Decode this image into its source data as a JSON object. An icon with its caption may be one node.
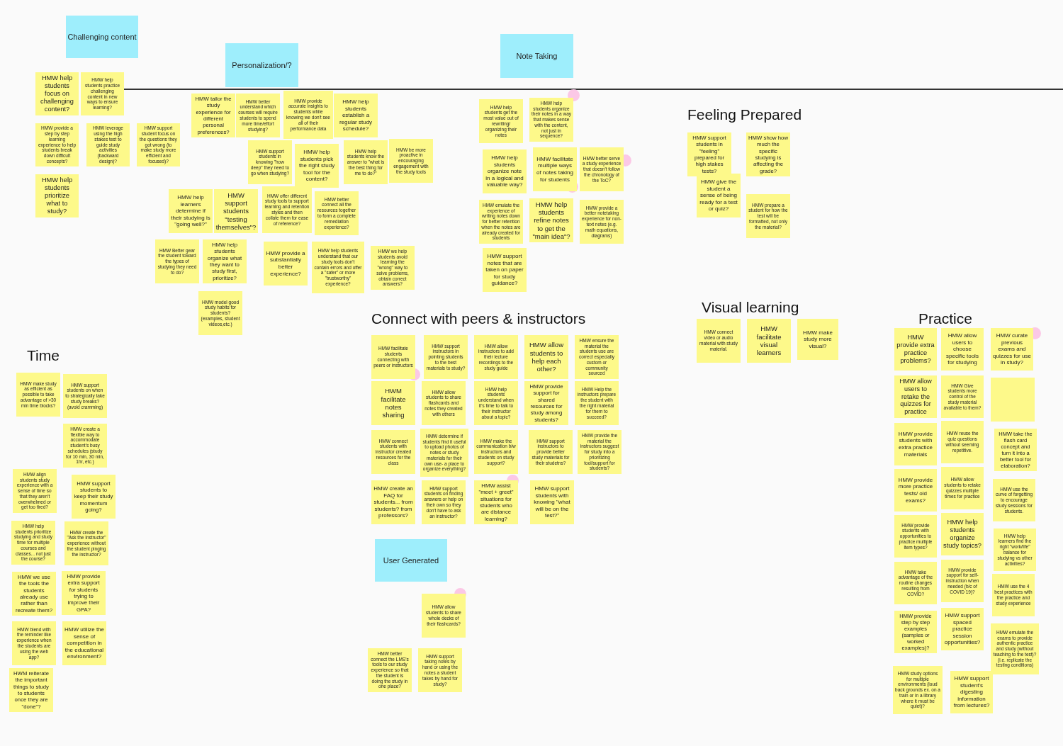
{
  "diagram": {
    "nodes": [
      {
        "text": [
          "Challenging content"
        ]
      },
      {
        "text": [
          "HMW help students focus on challenging content?"
        ]
      },
      {
        "text": [
          "HMW help students practice challenging content in new ways to ensure learning?"
        ]
      },
      {
        "text": [
          "HMW provide a step by step learning experience to help students break down difficult concepts?"
        ]
      },
      {
        "text": [
          "HMW leverage using the high stakes test to guide study activities (backward design)?"
        ]
      },
      {
        "text": [
          "HMW support student focus on the questions they got wrong (to make study more efficient and focused)?"
        ]
      },
      {
        "text": [
          "HMW help students prioritize what to study?"
        ]
      },
      {
        "text": [
          "Personalization/?"
        ]
      },
      {
        "text": [
          "HMW tailor the study experience for different personal preferences?"
        ]
      },
      {
        "text": [
          "HMW better understand which courses will require students to spend more time/effort studying?"
        ]
      },
      {
        "text": [
          "HMW provide accurate insights to students while knowing we don't see all of their performance data"
        ]
      },
      {
        "text": [
          "HMW help students establish a regular study schedule?"
        ]
      },
      {
        "text": [
          "HMW support students in knowing \"how deep\" they need to go when studying?"
        ]
      },
      {
        "text": [
          "HMW help students pick the right study tool for the content?"
        ]
      },
      {
        "text": [
          "HMW help students know the answer to \"what is the best thing for me to do?\""
        ]
      },
      {
        "text": [
          "HMW be more proactive in encouraging engagement with the study tools"
        ]
      },
      {
        "text": [
          "HMW help learners determine if their studying is \"going well?\""
        ]
      },
      {
        "text": [
          "HMW support students \"testing themselves\"?"
        ]
      },
      {
        "text": [
          "HMW offer different study tools to support learning and retention styles and then collate them for ease of reference?"
        ]
      },
      {
        "text": [
          "HMW better connect all the resources together to form a complete remediation experience?"
        ]
      },
      {
        "text": [
          "HMW Better gear the student toward the types of studying they need to do?"
        ]
      },
      {
        "text": [
          "HMW help students organize what they want to study first, prioritize?"
        ]
      },
      {
        "text": [
          "HMW provide a substantially better experience?"
        ]
      },
      {
        "text": [
          "HMW help students understand that our study tools don't contain errors and offer a \"safer\" or more \"trustworthy\" experience?"
        ]
      },
      {
        "text": [
          "HMW we help students avoid learning the \"wrong\" way to solve problems, obtain correct answers?"
        ]
      },
      {
        "text": [
          "HMW model good study habits for students? (examples, student videos,etc.)"
        ]
      },
      {
        "text": [
          "Note Taking"
        ]
      },
      {
        "text": [
          "HMW help students get the most value out of rewriting/ organizing their notes"
        ]
      },
      {
        "text": [
          "HMW help students organize their notes in a way that makes sense with the content, not just in sequence?"
        ]
      },
      {
        "text": [
          "HMW help students organize note in a logical and valuable way?"
        ]
      },
      {
        "text": [
          "HMW facilitate multiple ways of notes taking for students"
        ]
      },
      {
        "text": [
          "HMW better serve a study experience that doesn't follow the chronology of the ToC?"
        ]
      },
      {
        "text": [
          "HMW emulate the experience of writing notes down for better retention when the notes are already created for students"
        ]
      },
      {
        "text": [
          "HMW help students refine notes to get the \"main idea\"?"
        ]
      },
      {
        "text": [
          "HMW provide a better notetaking experience for non-text notes (e.g. math equations, diagrams)"
        ]
      },
      {
        "text": [
          "HMW support notes that are taken on paper for study guidance?"
        ]
      },
      {
        "text": [
          "HMW support students in \"feeling\" prepared for high stakes tests?"
        ]
      },
      {
        "text": [
          "HMW show how much the specific studying is affecting the grade?"
        ]
      },
      {
        "text": [
          "HMW give the student a sense of being ready for a test or quiz?"
        ]
      },
      {
        "text": [
          "HMW prepare a student for how the test will be formatted, not only the material?"
        ]
      },
      {
        "text": [
          "HMW connect video or audio material with study material."
        ]
      },
      {
        "text": [
          "HMW facilitate visual learners"
        ]
      },
      {
        "text": [
          "HMW make study more visual?"
        ]
      },
      {
        "text": [
          "HMW facilitate students connecting with peers or instructors"
        ]
      },
      {
        "text": [
          "HMW support instructors in pointing students to the best materials to study?"
        ]
      },
      {
        "text": [
          "HMW allow instructors to add their lecture recordings to the study guide"
        ]
      },
      {
        "text": [
          "HMW allow students to help each other?"
        ]
      },
      {
        "text": [
          "HMW ensure the material the students use are correct especially custom or community sourced"
        ]
      },
      {
        "text": [
          "HWM facilitate notes sharing"
        ]
      },
      {
        "text": [
          "HMW allow students to share flashcards and notes they created with others"
        ]
      },
      {
        "text": [
          "HMW help students understand when it's time to talk to their instructor about a topic?"
        ]
      },
      {
        "text": [
          "HMW provide support for shared resources for study among students?"
        ]
      },
      {
        "text": [
          "HMW Help the instructors prepare the student with the right material for them to succeed?"
        ]
      },
      {
        "text": [
          "HMW connect students with instructor created resources for the class"
        ]
      },
      {
        "text": [
          "HMW determine if students find it useful to upload photos of notes or study materials for their own use- a place to organize everything?"
        ]
      },
      {
        "text": [
          "HMW make the communication b/w instructors and students on study support?"
        ]
      },
      {
        "text": [
          "HMW support instructors to provide better study materials for their studetns?"
        ]
      },
      {
        "text": [
          "HMW provide the material the instructors suggest for study into a prioritizing tool/support for students?"
        ]
      },
      {
        "text": [
          "HMW create an FAQ for students... from students? from professors?"
        ]
      },
      {
        "text": [
          "HMW support students on finding answers or help on their own so they don't have to ask an instructor?"
        ]
      },
      {
        "text": [
          "HMW assist \"meet + greet\" situations for students who are distance learning?"
        ]
      },
      {
        "text": [
          "HMW support students with knowing \"what will be on the test?\""
        ]
      },
      {
        "text": [
          "User Generated"
        ]
      },
      {
        "text": [
          "HMW allow students to share whole decks of their flashcards?"
        ]
      },
      {
        "text": [
          "HMW better connect the LMS's tools to our study experience so that the student is doing the study in one place?"
        ]
      },
      {
        "text": [
          "HMW support taking notes by hand or using the notes a student takes by hand for study?"
        ]
      },
      {
        "text": [
          "HMW make study as efficient as possible to take advantage of >30 min time blocks?"
        ]
      },
      {
        "text": [
          "HMW support students on when to strategically take study breaks? (avoid cramming)"
        ]
      },
      {
        "text": [
          "HMW create a flexible way to accommodate student's busy schedules (study for 10 min, 30 min, 1hr, etc.)"
        ]
      },
      {
        "text": [
          "HMW align students study experience with a sense of time so that they aren't overwhelmed or get too tired?"
        ]
      },
      {
        "text": [
          "HMW support students to keep their study momentum going?"
        ]
      },
      {
        "text": [
          "HMW help students prioritize studying and study time for multiple courses and classes... not just the course?"
        ]
      },
      {
        "text": [
          "HMW create the \"Ask the Instructor\" experience without the student pinging the instructor?"
        ]
      },
      {
        "text": [
          "HMW we use the tools the students already use rather than recreate them?"
        ]
      },
      {
        "text": [
          "HMW provide extra support for students trying to improve their GPA?"
        ]
      },
      {
        "text": [
          "HMW blend with the reminder like experience when the students are using the web app?"
        ]
      },
      {
        "text": [
          "HMW utilize the sense of competition in the educational environment?"
        ]
      },
      {
        "text": [
          "HWM reiterate the important things to study to students once they are \"done\"?"
        ]
      },
      {
        "text": [
          "HMW provide extra practice problems?"
        ]
      },
      {
        "text": [
          "HMW allow users to choose specific tools for studying"
        ]
      },
      {
        "text": [
          "HMW curate previous exams and quizzes for use in study?"
        ]
      },
      {
        "text": [
          "HMW allow users to retake the quizzes for practice"
        ]
      },
      {
        "text": [
          "HMW Give students more control of the study material available to them?"
        ]
      },
      {
        "text": [],
        "shape": "box"
      },
      {
        "text": [
          "HMW provide students with extra practice materials"
        ]
      },
      {
        "text": [
          "HMW reuse the quiz questions without seeming repetitive."
        ]
      },
      {
        "text": [
          "HMW take the flash card concept and turn it into a better tool for elaboration?"
        ]
      },
      {
        "text": [
          "HMW provide more practice tests/ old exams?"
        ]
      },
      {
        "text": [
          "HMW allow students to retake quizzes multiple times for practice"
        ]
      },
      {
        "text": [
          "HMW use the curve of forgetting to encourage study sessions for students."
        ]
      },
      {
        "text": [
          "HMW provide students with opportunities to practice multiple item types?"
        ]
      },
      {
        "text": [
          "HMW help students organize study topics?"
        ]
      },
      {
        "text": [
          "HMW help learners find the right \"work/life\" balance for studying vs other activities?"
        ]
      },
      {
        "text": [
          "HMW take advantage of the routine changes resulting from COVID?"
        ]
      },
      {
        "text": [
          "HMW provide support for self-instruction when needed (b/c of COVID 19)?"
        ]
      },
      {
        "text": [
          "HMW use the 4 best practices with the practice and study experience"
        ]
      },
      {
        "text": [
          "HMW provide step by step examples (samples or worked examples)?"
        ]
      },
      {
        "text": [
          "HMW support spaced practice session opportunities?"
        ]
      },
      {
        "text": [
          "HMW emulate the exams to provide authentic practice and study (without teaching to the test)? (i.e. replicate the testing conditions)"
        ]
      },
      {
        "text": [
          "HMW study options for multiple environments (loud back grounds ex. on a train or in a library where it must be quiet)?"
        ]
      },
      {
        "text": [
          "HMW support student's digesting information from lectures?"
        ]
      }
    ],
    "labels": [
      "Feeling Prepared",
      "Connect with peers & instructors",
      "Visual learning",
      "Practice",
      "Time"
    ]
  }
}
